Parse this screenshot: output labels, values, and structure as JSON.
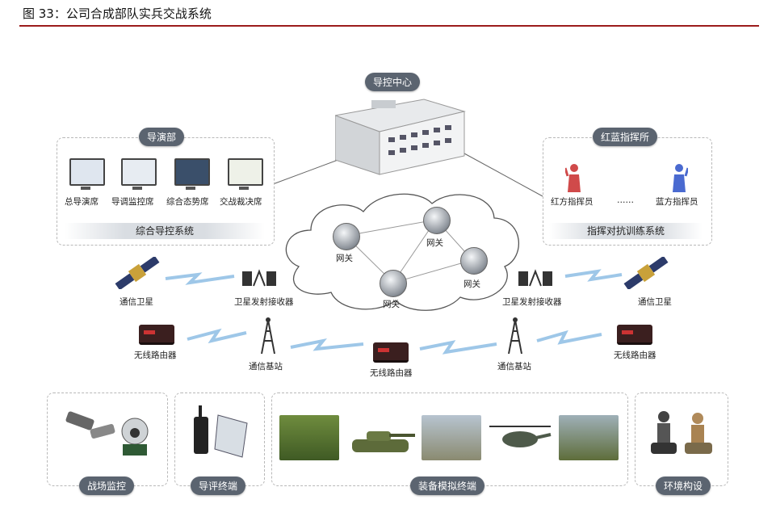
{
  "figure_title": "图 33：公司合成部队实兵交战系统",
  "center": {
    "label": "导控中心"
  },
  "directing": {
    "label": "导演部",
    "seats": [
      "总导演席",
      "导调监控席",
      "综合态势席",
      "交战裁决席"
    ],
    "system": "综合导控系统"
  },
  "command": {
    "label": "红蓝指挥所",
    "red": "红方指挥员",
    "ellipsis": "……",
    "blue": "蓝方指挥员",
    "system": "指挥对抗训练系统"
  },
  "network": {
    "gateway": "网关"
  },
  "comm": {
    "satellite": "通信卫星",
    "transceiver": "卫星发射接收器",
    "router": "无线路由器",
    "base_station": "通信基站"
  },
  "bottom": {
    "surveillance": "战场监控",
    "evaluation": "导评终端",
    "equipment": "装备模拟终端",
    "environment": "环境构设"
  },
  "colors": {
    "accent_rule": "#9b1c1c",
    "pill": "#5b6470",
    "red_person": "#d04a4a",
    "blue_person": "#4a6ad0"
  }
}
